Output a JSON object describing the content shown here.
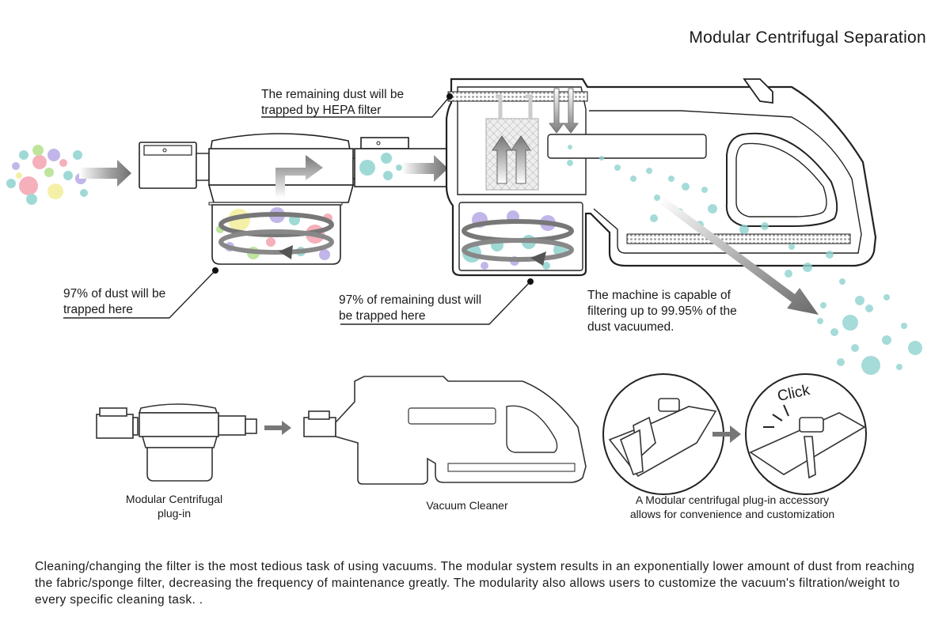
{
  "title": "Modular Centrifugal Separation",
  "callouts": {
    "hepa_line1": "The remaining dust will be",
    "hepa_line2": "trapped by HEPA filter",
    "first_line1": "97% of dust will be",
    "first_line2": "trapped here",
    "second_line1": "97% of remaining dust will",
    "second_line2": "be trapped here",
    "total_line1": "The machine is capable of",
    "total_line2": "filtering up to 99.95% of the",
    "total_line3": "dust vacuumed."
  },
  "captions": {
    "plugin_line1": "Modular Centrifugal",
    "plugin_line2": "plug-in",
    "vacuum": "Vacuum Cleaner",
    "accessory_line1": "A Modular centrifugal plug-in accessory",
    "accessory_line2": "allows for convenience and customization"
  },
  "click_label": "Click",
  "description": "Cleaning/changing the filter is the most tedious task of using vacuums. The modular system results in an exponentially lower amount of dust from reaching the fabric/sponge filter, decreasing the frequency of maintenance greatly. The modularity also allows users to customize the vacuum's filtration/weight to every specific cleaning task. .",
  "colors": {
    "outline": "#222222",
    "arrow_gray": "#8a8a8a",
    "dust_teal": "#8fd3cf",
    "dust_pink": "#f4a3b0",
    "dust_purple": "#b7a9e6",
    "dust_yellow": "#f3ee9a",
    "dust_green": "#b4e08c"
  }
}
